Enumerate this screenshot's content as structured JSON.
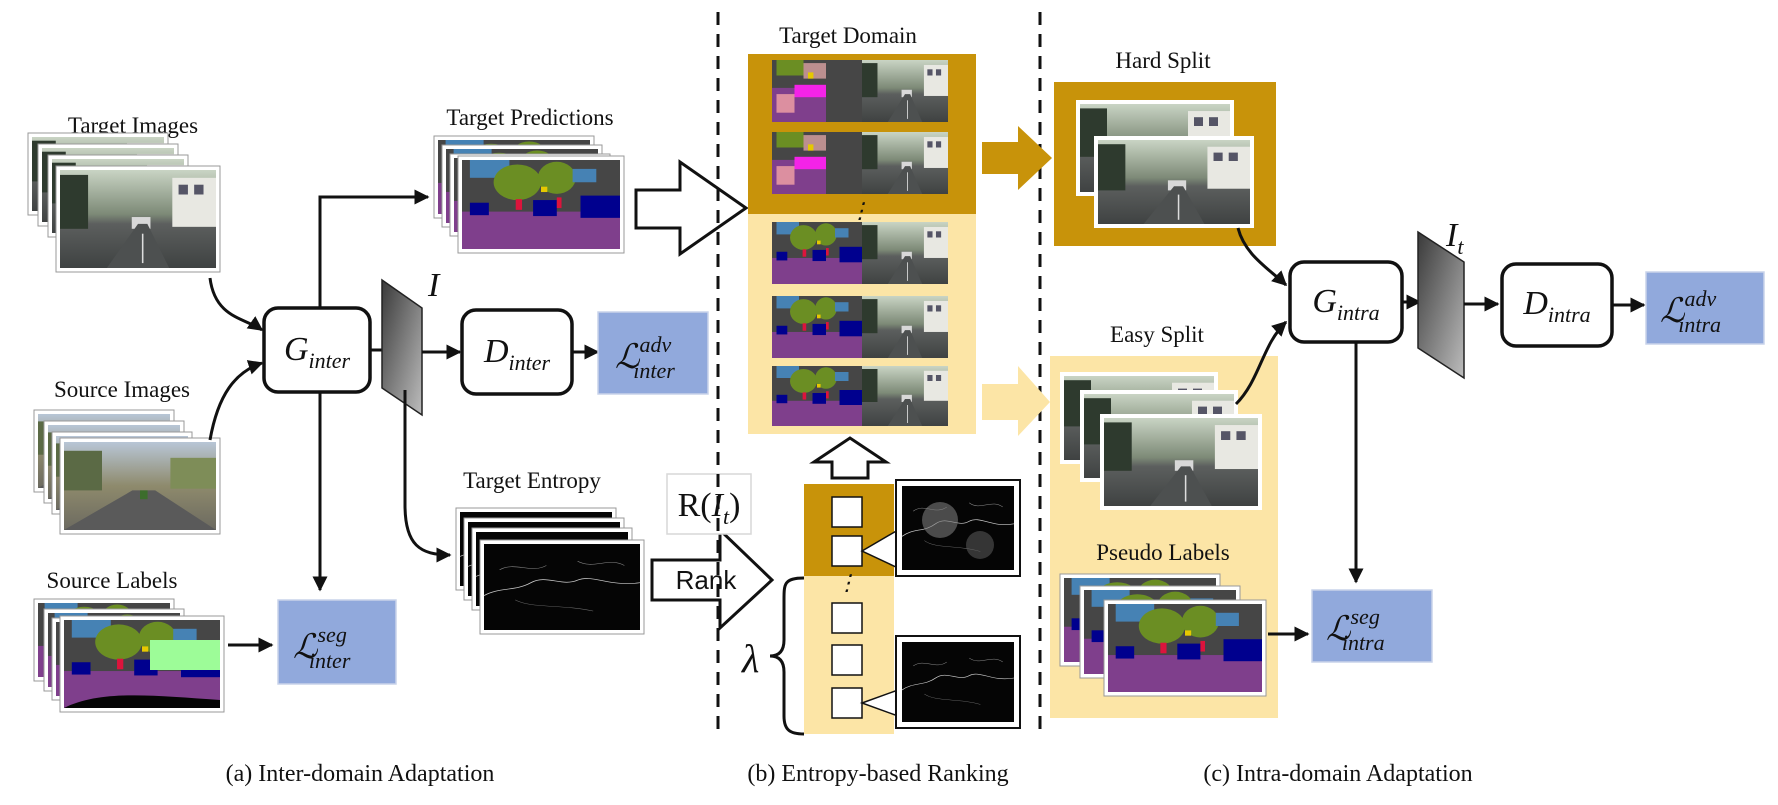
{
  "labels": {
    "target_images": "Target Images",
    "source_images": "Source Images",
    "source_labels": "Source Labels",
    "target_predictions": "Target Predictions",
    "target_entropy": "Target Entropy",
    "target_domain": "Target Domain",
    "hard_split": "Hard Split",
    "easy_split": "Easy Split",
    "pseudo_labels": "Pseudo Labels",
    "rank": "Rank"
  },
  "math": {
    "g_inter": {
      "base": "G",
      "sub": "inter"
    },
    "d_inter": {
      "base": "D",
      "sub": "inter"
    },
    "g_intra": {
      "base": "G",
      "sub": "intra"
    },
    "d_intra": {
      "base": "D",
      "sub": "intra"
    },
    "loss_adv_inter": {
      "base": "ℒ",
      "sup": "adv",
      "sub": "inter"
    },
    "loss_seg_inter": {
      "base": "ℒ",
      "sup": "seg",
      "sub": "inter"
    },
    "loss_adv_intra": {
      "base": "ℒ",
      "sup": "adv",
      "sub": "intra"
    },
    "loss_seg_intra": {
      "base": "ℒ",
      "sup": "seg",
      "sub": "intra"
    },
    "i_label": "I",
    "it_label": {
      "base": "I",
      "sub": "t"
    },
    "r_label": {
      "pre": "R(",
      "base": "I",
      "sub": "t",
      "post": ")"
    },
    "lambda": "λ",
    "dots": "⋮"
  },
  "captions": {
    "a": "(a) Inter-domain Adaptation",
    "b": "(b) Entropy-based Ranking",
    "c": "(c) Intra-domain Adaptation"
  },
  "colors": {
    "hard": "#c8930a",
    "easy": "#fce5a6",
    "loss_box": "#91a9dc",
    "road": "#7f3f8c",
    "vegetation": "#6b8e23",
    "building": "#464646",
    "sky": "#4682b4",
    "car": "#00008e",
    "person": "#dc143c",
    "sidewalk": "#f423e8"
  }
}
